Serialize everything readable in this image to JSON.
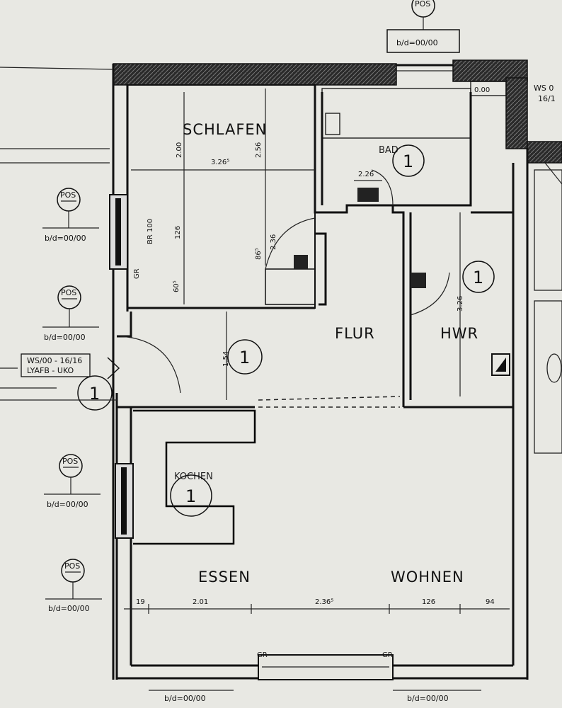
{
  "rooms": {
    "schlafen": "SCHLAFEN",
    "bad": "BAD",
    "flur": "FLUR",
    "hwr": "HWR",
    "kochen": "KOCHEN",
    "essen": "ESSEN",
    "wohnen": "WOHNEN"
  },
  "circle_number": "1",
  "pos_label": "POS",
  "bd_label": "b/d=00/00",
  "ws_box": {
    "line1": "WS/00 - 16/16",
    "line2": "LYAFB - UKO"
  },
  "ws_top_right": {
    "line1": "WS 0",
    "line2": "16/1"
  },
  "gr_label": "GR",
  "dimensions": {
    "schlafen_width": "3.26⁵",
    "schlafen_left_height": "2.00",
    "schlafen_right_height": "2.56",
    "window_br": "BR 100",
    "window_126": "126",
    "window_60": "60⁵",
    "door_86": "86⁵",
    "door_236": "2.36",
    "bad_width": "2.26",
    "hwr_height": "3.26",
    "flur_154": "1.54",
    "bottom_19": "19",
    "bottom_201": "2.01",
    "bottom_236": "2.36⁵",
    "bottom_126": "126",
    "bottom_94": "94",
    "top_right_000": "0.00"
  }
}
